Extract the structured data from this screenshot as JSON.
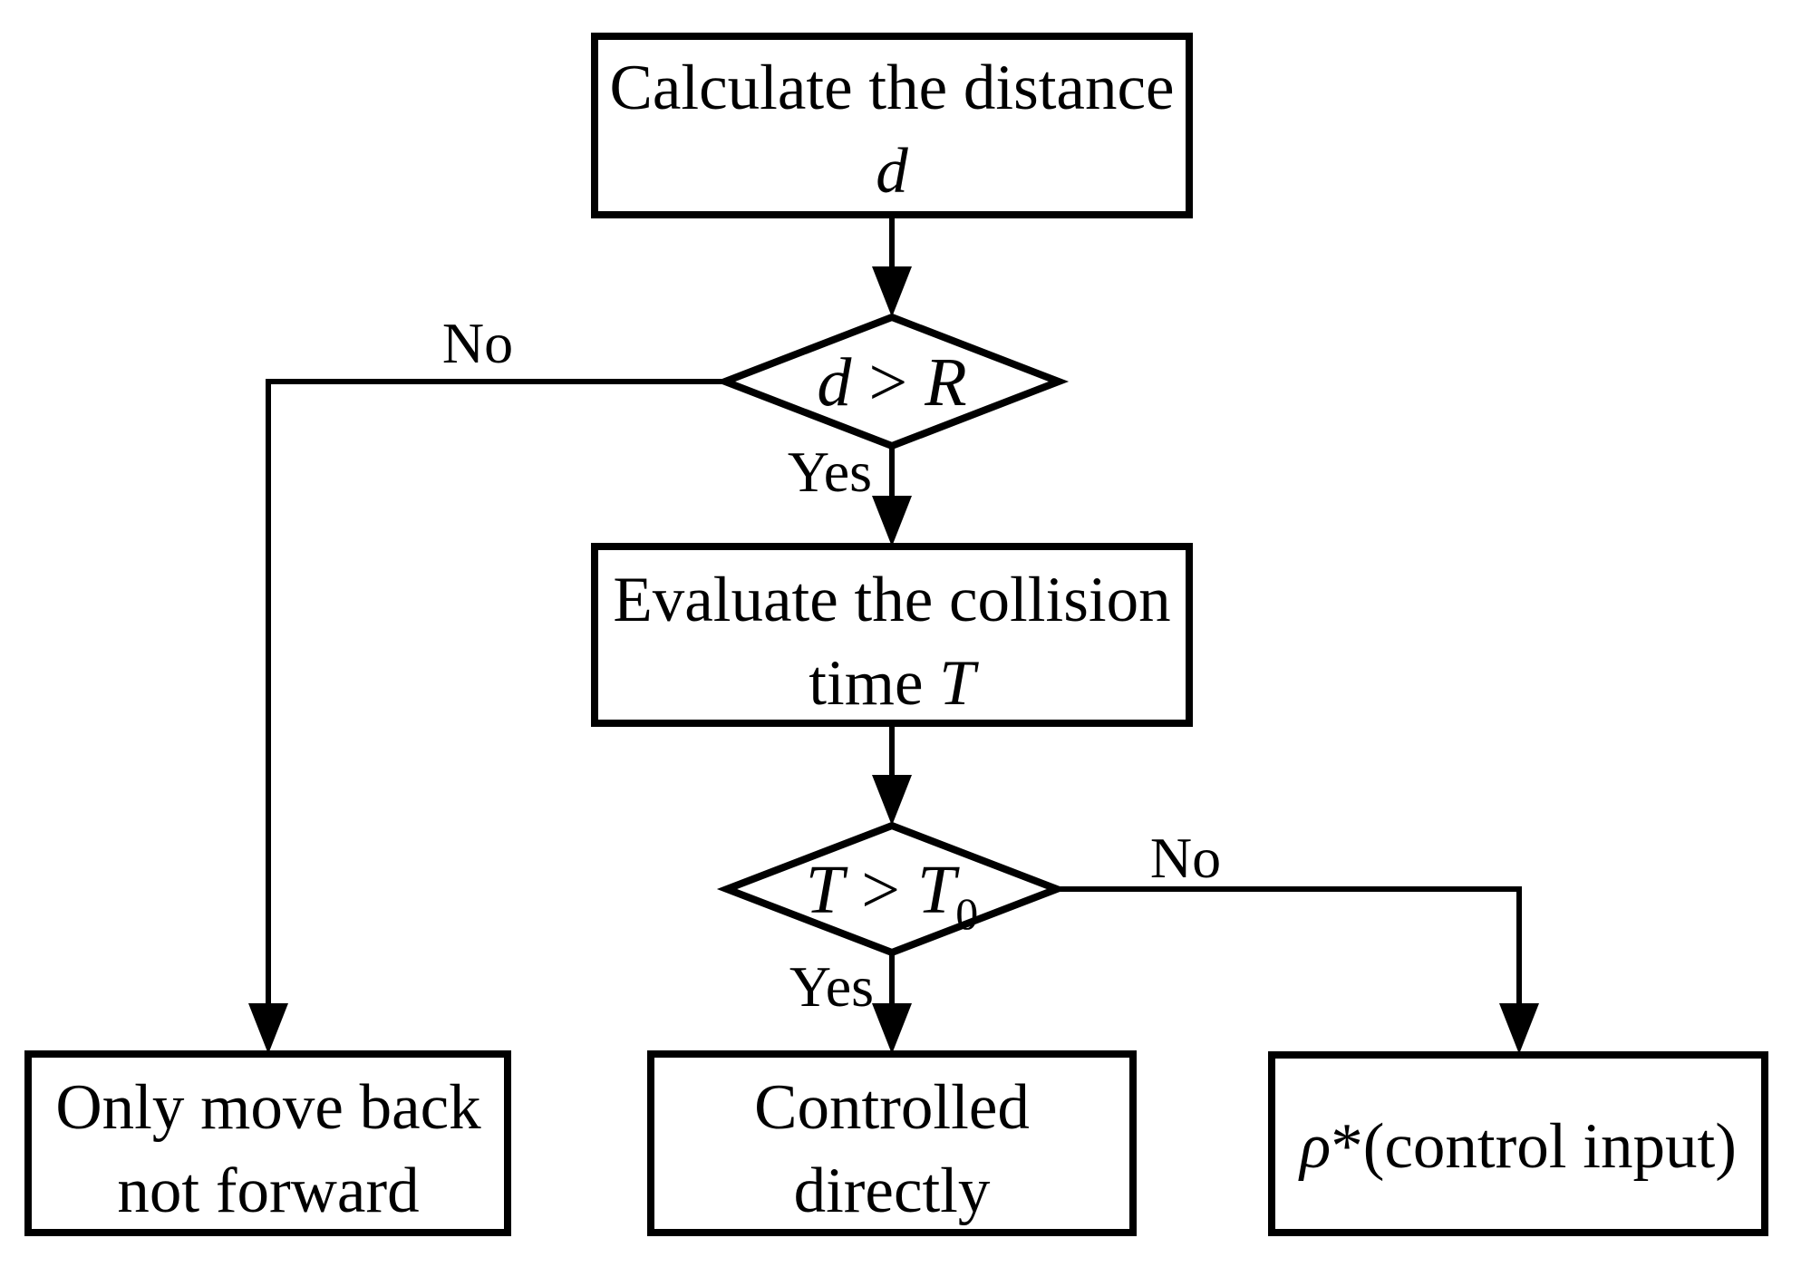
{
  "diagram": {
    "title": "collision avoidance control flowchart",
    "colors": {
      "background": "#ffffff",
      "stroke": "#000000",
      "text": "#000000"
    },
    "nodes": {
      "calc_distance": {
        "type": "process",
        "line1": "Calculate the distance",
        "line2_var": "d"
      },
      "decision_d": {
        "type": "decision",
        "var1": "d",
        "op": " > ",
        "var2": "R"
      },
      "evaluate_time": {
        "type": "process",
        "line1": "Evaluate the collision",
        "line2_prefix": "time ",
        "line2_var": "T"
      },
      "decision_t": {
        "type": "decision",
        "var1": "T",
        "op": " > ",
        "var2": "T",
        "var2_sub": "0"
      },
      "move_back": {
        "type": "process",
        "line1": "Only move back",
        "line2": "not forward"
      },
      "controlled": {
        "type": "process",
        "line1": "Controlled",
        "line2": "directly"
      },
      "rho_control": {
        "type": "process",
        "var": "ρ",
        "rest": "*(control input)"
      }
    },
    "edge_labels": {
      "d_no": "No",
      "d_yes": "Yes",
      "t_no": "No",
      "t_yes": "Yes"
    }
  }
}
